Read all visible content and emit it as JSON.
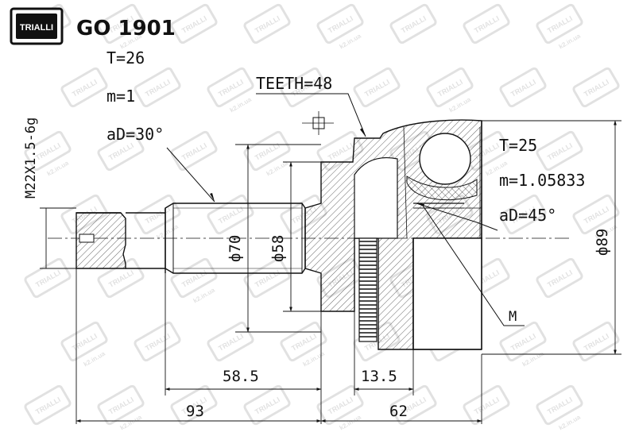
{
  "header": {
    "brand": "TRIALLI",
    "part_number": "GO 1901"
  },
  "watermark": {
    "brand": "TRIALLI",
    "site": "k2.in.ua"
  },
  "specs_left": {
    "teeth": "T=26",
    "module": "m=1",
    "angle": "aD=30°"
  },
  "specs_center": {
    "teeth": "TEETH=48"
  },
  "specs_right": {
    "teeth": "T=25",
    "module": "m=1.05833",
    "angle": "aD=45°"
  },
  "labels": {
    "thread": "M22X1.5-6g",
    "marker": "M"
  },
  "dimensions": {
    "d70": "ф70",
    "d58": "ф58",
    "d89": "ф89",
    "len_58_5": "58.5",
    "len_13_5": "13.5",
    "len_93": "93",
    "len_62": "62"
  }
}
